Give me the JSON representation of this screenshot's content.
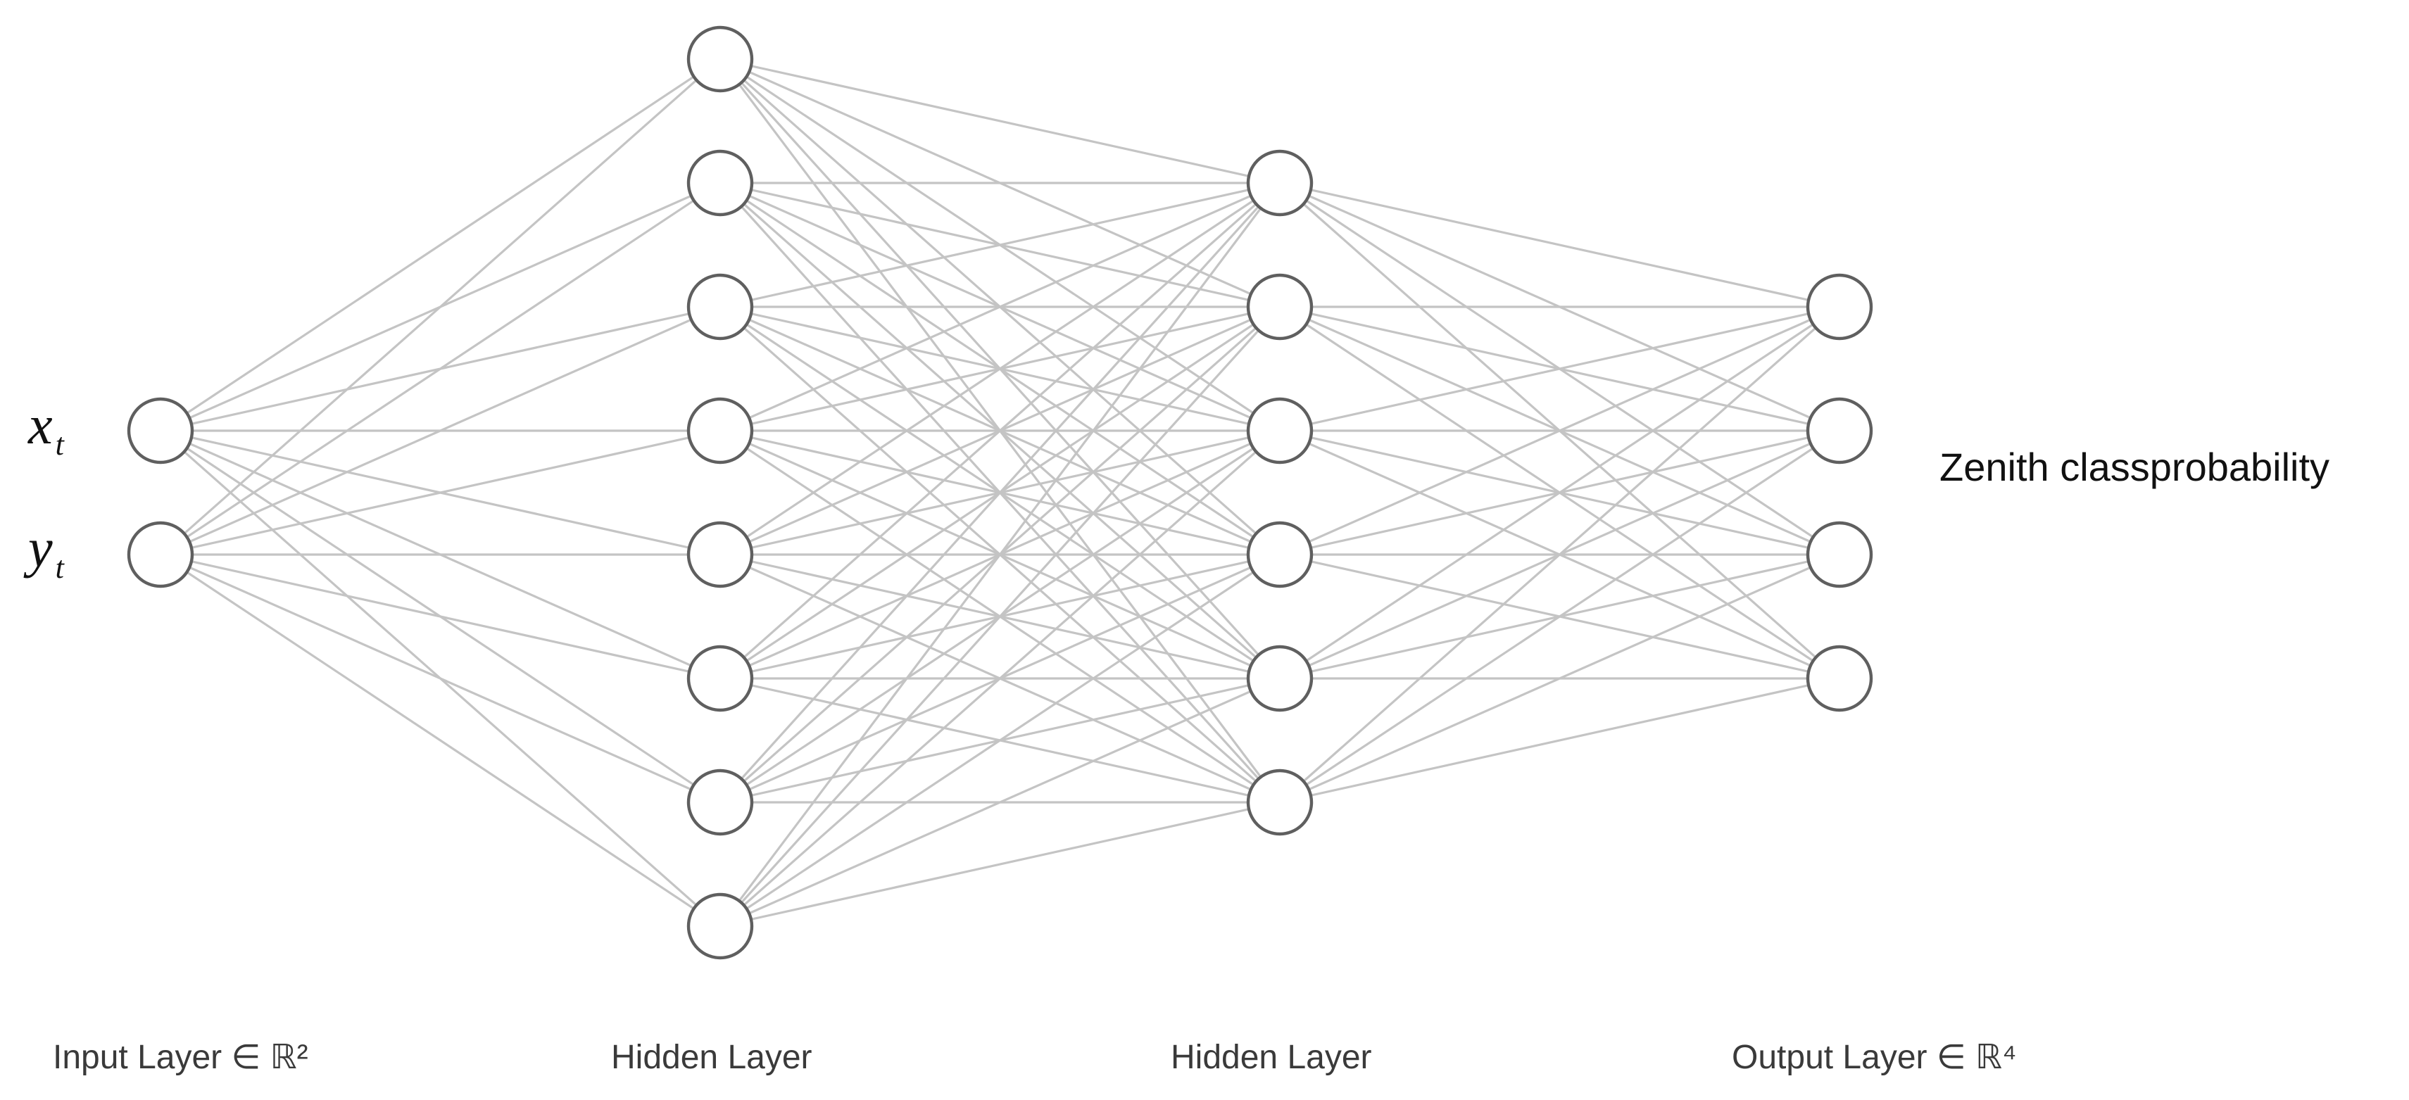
{
  "layers": [
    {
      "id": "input",
      "nodes": 2,
      "label": "Input Layer ∈ ℝ²"
    },
    {
      "id": "hidden1",
      "nodes": 8,
      "label": "Hidden Layer"
    },
    {
      "id": "hidden2",
      "nodes": 6,
      "label": "Hidden Layer"
    },
    {
      "id": "output",
      "nodes": 4,
      "label": "Output Layer ∈ ℝ⁴"
    }
  ],
  "inputs": [
    {
      "var": "x",
      "sub": "t"
    },
    {
      "var": "y",
      "sub": "t"
    }
  ],
  "output_label": "Zenith classprobability",
  "colors": {
    "edge": "#c4c4c4",
    "node_stroke": "#5f5f5f",
    "node_fill": "#ffffff"
  }
}
